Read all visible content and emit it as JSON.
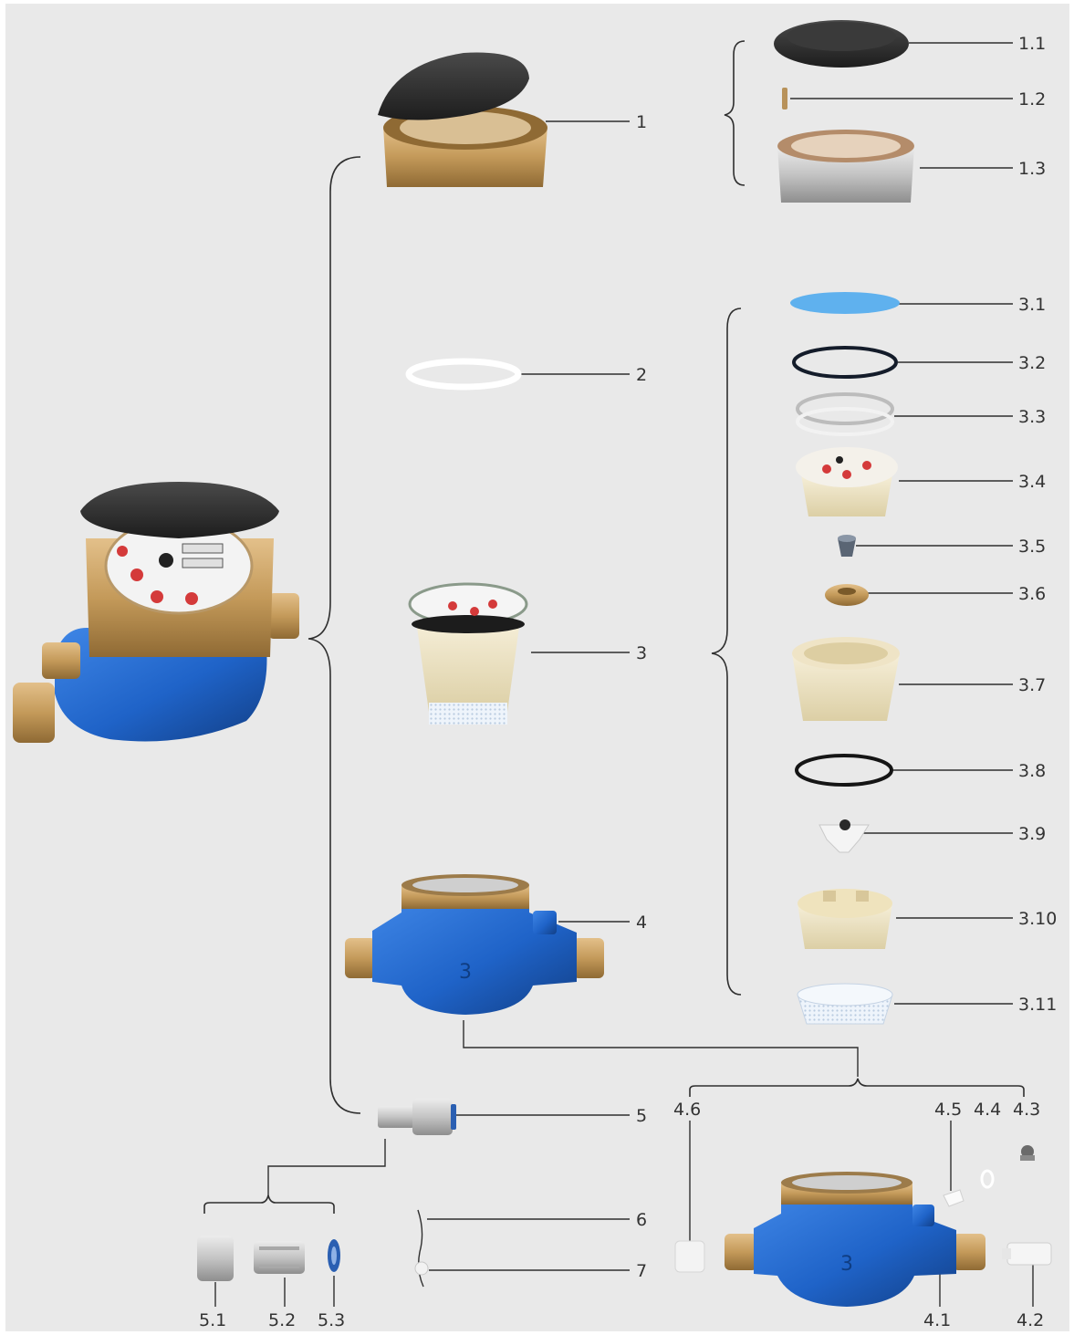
{
  "colors": {
    "background": "#e9e9e9",
    "meter_blue": "#1f63c8",
    "brass": "#c49a5a",
    "lid_black": "#2b2b2b"
  },
  "labels": {
    "l1": "1",
    "l1_1": "1.1",
    "l1_2": "1.2",
    "l1_3": "1.3",
    "l2": "2",
    "l3": "3",
    "l3_1": "3.1",
    "l3_2": "3.2",
    "l3_3": "3.3",
    "l3_4": "3.4",
    "l3_5": "3.5",
    "l3_6": "3.6",
    "l3_7": "3.7",
    "l3_8": "3.8",
    "l3_9": "3.9",
    "l3_10": "3.10",
    "l3_11": "3.11",
    "l4": "4",
    "l4_1": "4.1",
    "l4_2": "4.2",
    "l4_3": "4.3",
    "l4_4": "4.4",
    "l4_5": "4.5",
    "l4_6": "4.6",
    "l5": "5",
    "l5_1": "5.1",
    "l5_2": "5.2",
    "l5_3": "5.3",
    "l6": "6",
    "l7": "7"
  },
  "body_number": "3"
}
